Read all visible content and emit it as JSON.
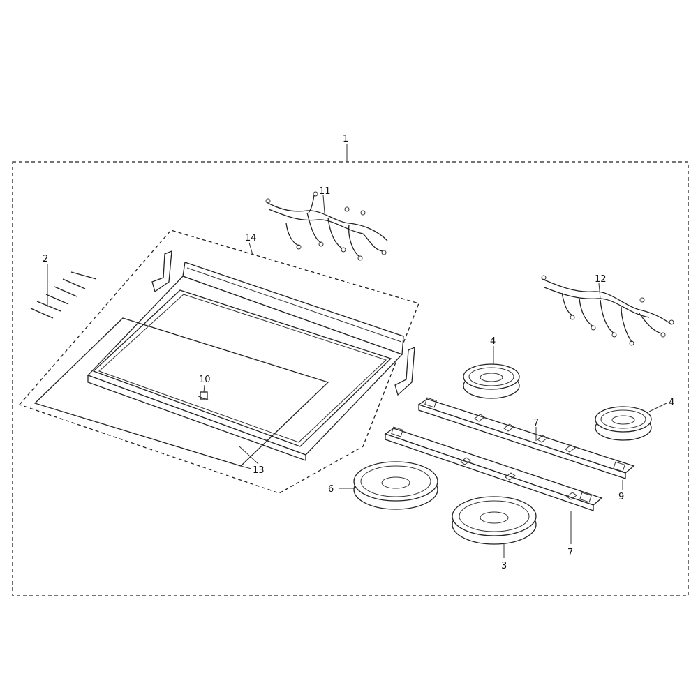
{
  "labels": {
    "assembly": "1",
    "screws": "2",
    "burner_large_front": "3",
    "burner_small_top": "4",
    "burner_small_right": "4",
    "burner_large_left": "6",
    "bracket_upper": "7",
    "bracket_lower": "7",
    "bracket_end": "9",
    "clip": "10",
    "harness_left": "11",
    "harness_right": "12",
    "glass_top": "13",
    "cooktop_frame": "14"
  }
}
